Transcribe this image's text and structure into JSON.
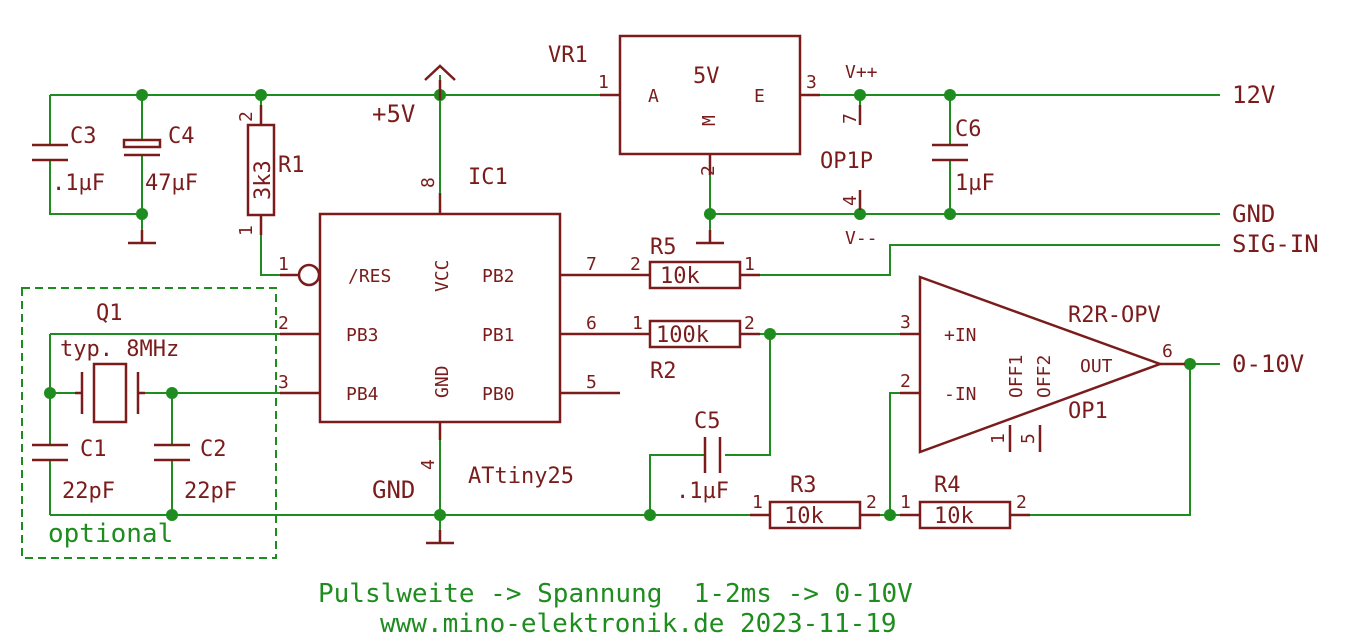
{
  "components": {
    "vr1": {
      "ref": "VR1",
      "value": "5V",
      "pin_a": "A",
      "pin_m": "M",
      "pin_e": "E",
      "p1": "1",
      "p2": "2",
      "p3": "3"
    },
    "ic1": {
      "ref": "IC1",
      "value": "ATtiny25",
      "pins": {
        "res": "/RES",
        "vcc": "VCC",
        "gnd": "GND",
        "pb0": "PB0",
        "pb1": "PB1",
        "pb2": "PB2",
        "pb3": "PB3",
        "pb4": "PB4"
      },
      "nums": {
        "res": "1",
        "pb3": "2",
        "pb4": "3",
        "gnd": "4",
        "pb0": "5",
        "pb1": "6",
        "pb2": "7",
        "vcc": "8"
      }
    },
    "c3": {
      "ref": "C3",
      "value": ".1µF"
    },
    "c4": {
      "ref": "C4",
      "value": "47µF"
    },
    "r1": {
      "ref": "R1",
      "value": "3k3",
      "p1": "1",
      "p2": "2"
    },
    "r5": {
      "ref": "R5",
      "value": "10k",
      "p1": "1",
      "p2": "2"
    },
    "r2": {
      "ref": "R2",
      "value": "100k",
      "p1": "1",
      "p2": "2"
    },
    "r3": {
      "ref": "R3",
      "value": "10k",
      "p1": "1",
      "p2": "2"
    },
    "r4": {
      "ref": "R4",
      "value": "10k",
      "p1": "1",
      "p2": "2"
    },
    "c5": {
      "ref": "C5",
      "value": ".1µF"
    },
    "c6": {
      "ref": "C6",
      "value": "1µF"
    },
    "c1": {
      "ref": "C1",
      "value": "22pF"
    },
    "c2": {
      "ref": "C2",
      "value": "22pF"
    },
    "q1": {
      "ref": "Q1",
      "value": "typ. 8MHz"
    },
    "op1": {
      "ref": "OP1",
      "value": "R2R-OPV",
      "inp": "+IN",
      "inn": "-IN",
      "out": "OUT",
      "off1": "OFF1",
      "off2": "OFF2",
      "p1": "1",
      "p2": "2",
      "p3": "3",
      "p5": "5",
      "p6": "6"
    },
    "op1p": {
      "ref": "OP1P",
      "p4": "4",
      "p7": "7",
      "vpp": "V++",
      "vmm": "V--"
    }
  },
  "nets": {
    "plus5v": "+5V",
    "gnd_ic": "GND",
    "v12": "12V",
    "gnd": "GND",
    "sig_in": "SIG-IN",
    "out": "0-10V"
  },
  "optional_label": "optional",
  "caption": {
    "line1": "Pulslweite -> Spannung  1-2ms -> 0-10V",
    "line2": "www.mino-elektronik.de 2023-11-19"
  },
  "colors": {
    "wire": "#1e8c1e",
    "part": "#7a1c1c"
  }
}
